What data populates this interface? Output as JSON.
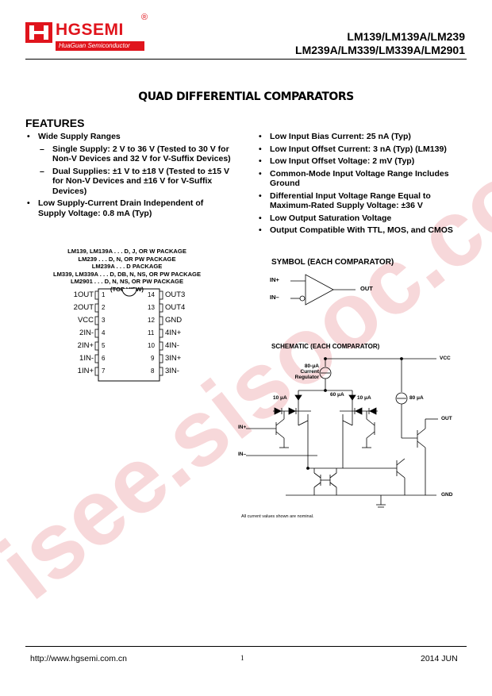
{
  "header": {
    "logo_text": "HGSEMI",
    "logo_sub": "HuaGuan Semiconductor",
    "logo_reg": "®",
    "title_line1": "LM139/LM139A/LM239",
    "title_line2": "LM239A/LM339/LM339A/LM2901"
  },
  "watermark": "isee.sisooc.com",
  "doc_title": "QUAD DIFFERENTIAL COMPARATORS",
  "features": {
    "heading": "FEATURES",
    "left": [
      {
        "level": 1,
        "text": "Wide Supply Ranges"
      },
      {
        "level": 2,
        "text": "Single Supply: 2 V to 36 V (Tested to 30 V for Non-V Devices and 32 V for V-Suffix Devices)"
      },
      {
        "level": 2,
        "text": "Dual Supplies: ±1 V to ±18 V (Tested to ±15 V for Non-V Devices and ±16 V for V-Suffix Devices)"
      },
      {
        "level": 1,
        "text": "Low Supply-Current Drain Independent of Supply Voltage: 0.8 mA (Typ)"
      }
    ],
    "right": [
      {
        "level": 1,
        "text": "Low Input Bias Current: 25 nA (Typ)"
      },
      {
        "level": 1,
        "text": "Low Input Offset Current: 3 nA (Typ) (LM139)"
      },
      {
        "level": 1,
        "text": "Low Input Offset Voltage: 2 mV (Typ)"
      },
      {
        "level": 1,
        "text": "Common-Mode Input Voltage Range Includes Ground"
      },
      {
        "level": 1,
        "text": "Differential Input Voltage Range Equal to Maximum-Rated Supply Voltage: ±36 V"
      },
      {
        "level": 1,
        "text": "Low Output Saturation Voltage"
      },
      {
        "level": 1,
        "text": "Output Compatible With TTL, MOS, and CMOS"
      }
    ]
  },
  "packages": [
    "LM139, LM139A . . . D, J, OR W PACKAGE",
    "LM239 . . . D, N, OR PW PACKAGE",
    "LM239A . . . D PACKAGE",
    "LM339, LM339A . . . D, DB, N, NS, OR PW PACKAGE",
    "LM2901 . . . D, N, NS, OR PW PACKAGE",
    "(TOP VIEW)"
  ],
  "pinout": {
    "left": [
      {
        "num": "1",
        "name": "1OUT"
      },
      {
        "num": "2",
        "name": "2OUT"
      },
      {
        "num": "3",
        "name": "VCC"
      },
      {
        "num": "4",
        "name": "2IN-"
      },
      {
        "num": "5",
        "name": "2IN+"
      },
      {
        "num": "6",
        "name": "1IN-"
      },
      {
        "num": "7",
        "name": "1IN+"
      }
    ],
    "right": [
      {
        "num": "14",
        "name": "OUT3"
      },
      {
        "num": "13",
        "name": "OUT4"
      },
      {
        "num": "12",
        "name": "GND"
      },
      {
        "num": "11",
        "name": "4IN+"
      },
      {
        "num": "10",
        "name": "4IN-"
      },
      {
        "num": "9",
        "name": "3IN+"
      },
      {
        "num": "8",
        "name": "3IN-"
      }
    ]
  },
  "symbol": {
    "heading": "SYMBOL (EACH COMPARATOR)",
    "in_plus": "IN+",
    "in_minus": "IN–",
    "out": "OUT"
  },
  "schematic": {
    "heading": "SCHEMATIC (EACH COMPARATOR)",
    "vcc": "VCC",
    "current_reg": [
      "80-μA",
      "Current",
      "Regulator"
    ],
    "i60": "60 μA",
    "i10a": "10 μA",
    "i10b": "10 μA",
    "i80": "80 μA",
    "in_plus": "IN+",
    "in_minus": "IN–",
    "out": "OUT",
    "gnd": "GND",
    "note": "All current values shown are nominal."
  },
  "footer": {
    "url": "http://www.hgsemi.com.cn",
    "page": "1",
    "date": "2014 JUN"
  },
  "colors": {
    "brand": "#e0141c",
    "watermark": "#f4c6c8"
  }
}
